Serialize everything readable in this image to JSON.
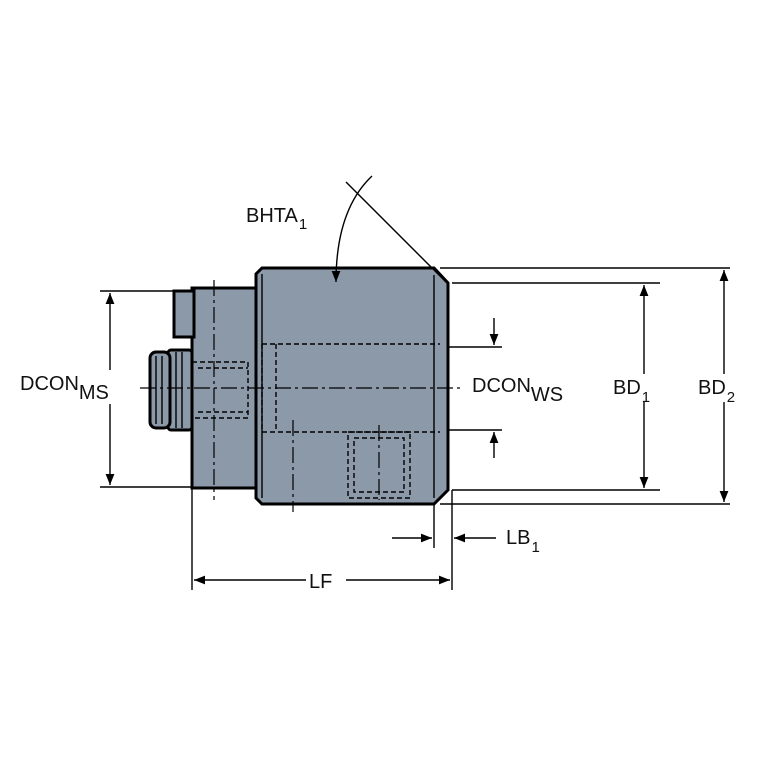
{
  "labels": {
    "bhta": {
      "main": "BHTA",
      "sub": "1"
    },
    "dcon_ms": {
      "main": "DCON",
      "sub": "MS"
    },
    "dcon_ws": {
      "main": "DCON",
      "sub": "WS"
    },
    "bd1": {
      "main": "BD",
      "sub": "1"
    },
    "bd2": {
      "main": "BD",
      "sub": "2"
    },
    "lb1": {
      "main": "LB",
      "sub": "1"
    },
    "lf": {
      "main": "LF"
    }
  },
  "colors": {
    "body_fill": "#8c99a8",
    "line": "#000000"
  }
}
